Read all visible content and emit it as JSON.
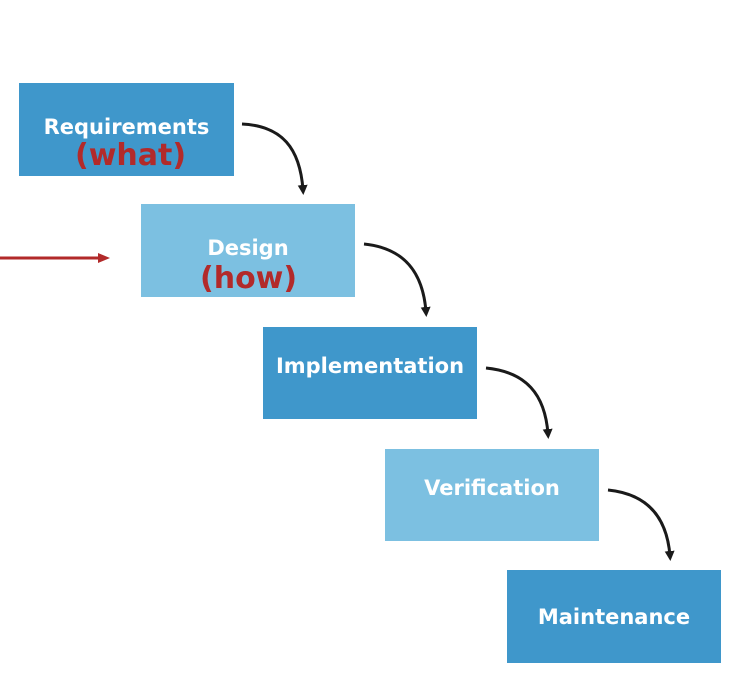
{
  "stages": [
    {
      "label": "Requirements",
      "note": "(what)"
    },
    {
      "label": "Design",
      "note": "(how)"
    },
    {
      "label": "Implementation"
    },
    {
      "label": "Verification"
    },
    {
      "label": "Maintenance"
    }
  ],
  "colors": {
    "dark_box": "#3f97cb",
    "light_box": "#7cc0e1",
    "annotation": "#b22a2a",
    "flow_arrow": "#1a1a1a",
    "pointer_arrow": "#b22a2a"
  }
}
